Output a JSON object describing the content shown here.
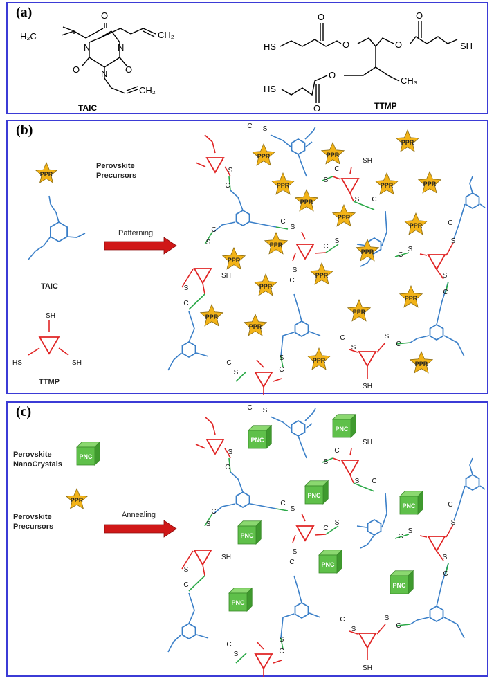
{
  "panel_a": {
    "label": "(a)",
    "taic_name": "TAIC",
    "ttmp_name": "TTMP",
    "atoms": {
      "h2c": "H₂C",
      "ch2": "CH₂",
      "n": "N",
      "o": "O",
      "hs": "HS",
      "sh": "SH",
      "ch3": "CH₃"
    }
  },
  "panel_b": {
    "label": "(b)",
    "legend_ppr": "Perovskite\nPrecursors",
    "legend_taic": "TAIC",
    "legend_ttmp": "TTMP",
    "arrow_label": "Patterning",
    "star_text": "PPR"
  },
  "panel_c": {
    "label": "(c)",
    "legend_pnc": "Perovskite\nNanoCrystals",
    "legend_ppr": "Perovskite\nPrecursors",
    "arrow_label": "Annealing",
    "cube_text": "PNC",
    "star_text": "PPR"
  },
  "network": {
    "c": "C",
    "s": "S",
    "sh": "SH"
  },
  "colors": {
    "frame": "#3b3bd6",
    "taic": "#3a7fc8",
    "ttmp": "#e02424",
    "bond": "#2aa847",
    "star": "#f2b318",
    "cube": "#5fc04a",
    "arrow": "#d01818"
  }
}
